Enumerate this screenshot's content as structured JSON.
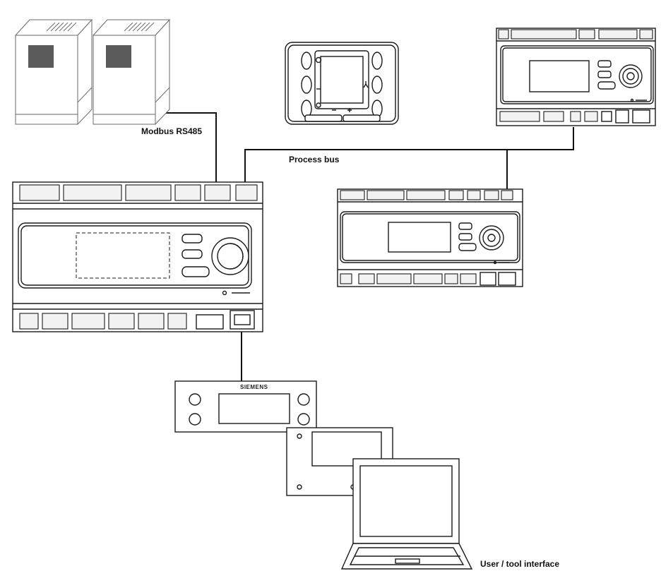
{
  "labels": {
    "modbus": "Modbus RS485",
    "process_bus": "Process bus",
    "user_tool": "User / tool interface",
    "brand": "SIEMENS"
  }
}
